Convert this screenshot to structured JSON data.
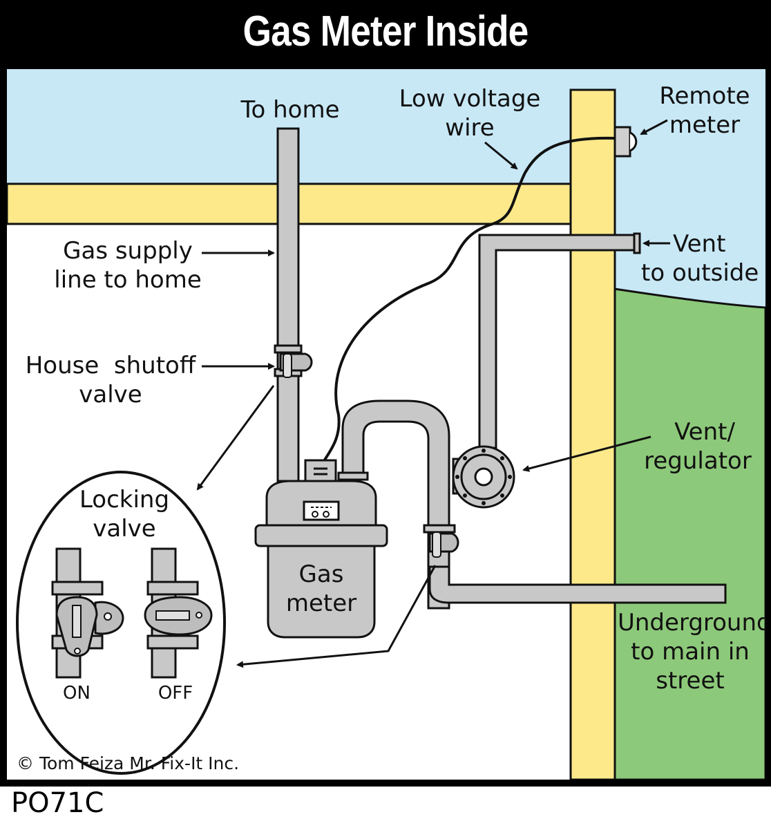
{
  "title": "Gas Meter Inside",
  "labels": {
    "to_home": "To home",
    "low_voltage_1": "Low voltage",
    "low_voltage_2": "wire",
    "remote_meter_1": "Remote",
    "remote_meter_2": "meter",
    "vent_outside_1": "Vent",
    "vent_outside_2": "to outside",
    "gas_supply_1": "Gas supply",
    "gas_supply_2": "line to home",
    "house_shutoff_1": "House  shutoff",
    "house_shutoff_2": "valve",
    "vent_regulator_1": "Vent/",
    "vent_regulator_2": "regulator",
    "locking_valve_1": "Locking",
    "locking_valve_2": "valve",
    "on": "ON",
    "off": "OFF",
    "gas_meter_1": "Gas",
    "gas_meter_2": "meter",
    "underground_1": "Underground",
    "underground_2": "to main in",
    "underground_3": "street",
    "copyright": "© Tom Feiza Mr. Fix-It Inc.",
    "code": "PO71C"
  },
  "colors": {
    "sky": "#c8e8f6",
    "beam": "#fde98a",
    "ground": "#8dc97a",
    "pipe": "#c8c8c8",
    "outline": "#111111",
    "frame": "#000000"
  }
}
